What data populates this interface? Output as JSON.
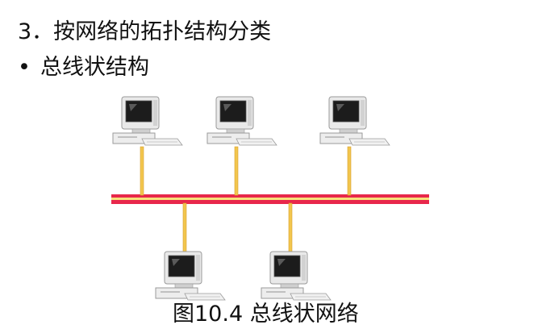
{
  "heading": "3．按网络的拓扑结构分类",
  "bullet": {
    "marker": "•",
    "text": "总线状结构"
  },
  "diagram": {
    "type": "bus-topology",
    "computers_above_bus": 3,
    "computers_below_bus": 2,
    "icon": "desktop-computer-icon",
    "colors": {
      "bus_red": "#e8274b",
      "bus_yellow": "#f7e07a",
      "drop_line": "#f2c64e",
      "monitor_body": "#e9e9e9",
      "screen": "#1c1c1c"
    }
  },
  "caption": "图10.4 总线状网络"
}
